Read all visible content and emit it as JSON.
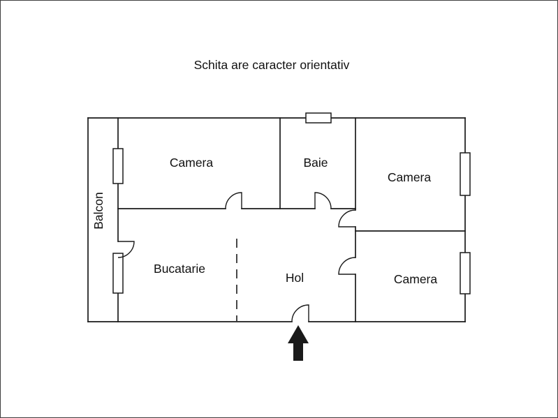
{
  "title": "Schita are caracter orientativ",
  "colors": {
    "ink": "#1a1a1a",
    "background": "#ffffff"
  },
  "floorplan": {
    "rooms": [
      {
        "id": "camera-top-left",
        "label": "Camera"
      },
      {
        "id": "baie",
        "label": "Baie"
      },
      {
        "id": "camera-top-right",
        "label": "Camera"
      },
      {
        "id": "balcon",
        "label": "Balcon"
      },
      {
        "id": "bucatarie",
        "label": "Bucatarie"
      },
      {
        "id": "hol",
        "label": "Hol"
      },
      {
        "id": "camera-bottom-right",
        "label": "Camera"
      }
    ],
    "entrance_arrow_icon": "arrow-up"
  }
}
